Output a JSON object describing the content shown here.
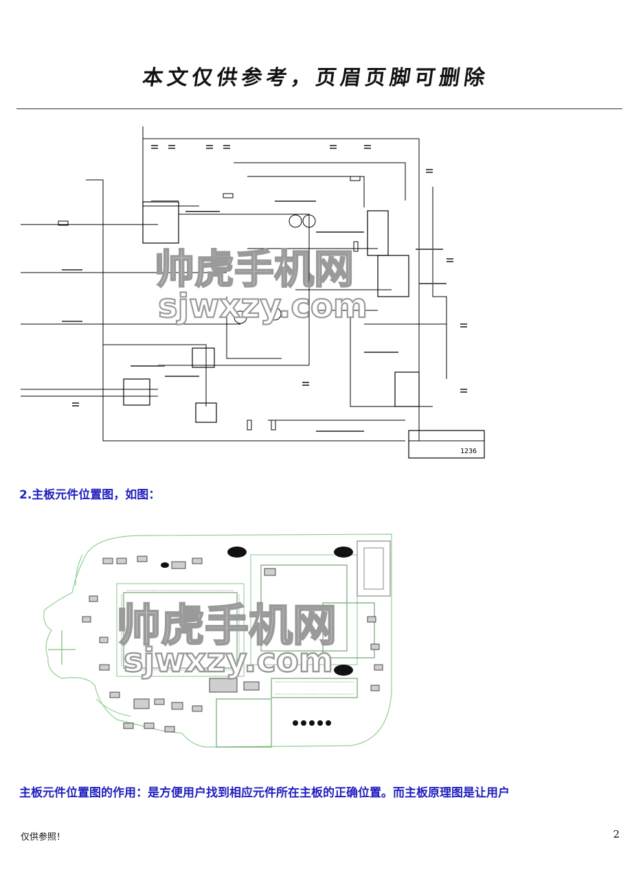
{
  "header": {
    "title": "本文仅供参考，页眉页脚可删除"
  },
  "figures": {
    "schematic": {
      "watermark_cn": "帅虎手机网",
      "watermark_url": "sjwxzy.com",
      "title_block_text": "1236"
    },
    "board_layout": {
      "watermark_cn": "帅虎手机网",
      "watermark_url": "sjwxzy.com"
    }
  },
  "sections": {
    "heading": "2.主板元件位置图，如图：",
    "paragraph": "主板元件位置图的作用：是方便用户找到相应元件所在主板的正确位置。而主板原理图是让用户"
  },
  "footer": {
    "note": "仅供参照！",
    "page_number": "2"
  },
  "colors": {
    "heading_blue": "#1f1fbf",
    "board_outline_green": "#8fd08f",
    "watermark_gray": "#9a9a9a"
  }
}
